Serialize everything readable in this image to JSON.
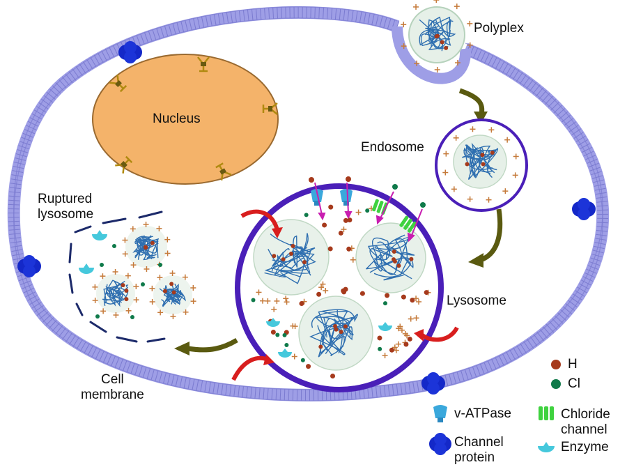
{
  "labels": {
    "polyplex": "Polyplex",
    "nucleus": "Nucleus",
    "endosome": "Endosome",
    "ruptured_lysosome": "Ruptured\nlysosome",
    "lysosome": "Lysosome",
    "cell_membrane": "Cell\nmembrane"
  },
  "legend": {
    "h": "H",
    "cl": "Cl",
    "v_atpase": "v-ATPase",
    "chloride_channel": "Chloride\nchannel",
    "channel_protein": "Channel\nprotein",
    "enzyme": "Enzyme"
  },
  "colors": {
    "membrane_fill": "#b8b8ee",
    "membrane_line": "#7b7bd0",
    "nucleus_fill": "#f4b36a",
    "nucleus_stroke": "#8a5a20",
    "lysosome_ring": "#4a1fb8",
    "polymer_line": "#2f6fb0",
    "polyplex_fill": "#e8f1ea",
    "h_ion": "#a63a1c",
    "cl_ion": "#0f7a4a",
    "plus_sign": "#c57a3a",
    "arrow_olive": "#5a5a10",
    "arrow_red": "#d81e1e",
    "enzyme": "#45c8dc",
    "v_atpase": "#3aa8dc",
    "chloride_channel": "#3fd23f",
    "channel_protein": "#1428c8",
    "pump_arrow": "#c81eb0",
    "ruptured_dash": "#1c2a6a"
  },
  "icons": [
    "channel-protein-icon",
    "v-atpase-icon",
    "chloride-channel-icon",
    "enzyme-icon",
    "nuclear-pore-icon",
    "h-ion-icon",
    "cl-ion-icon"
  ]
}
